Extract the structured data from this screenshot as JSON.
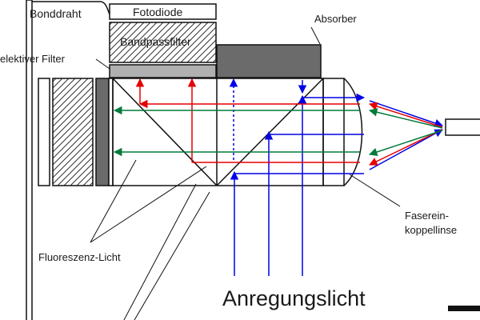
{
  "labels": {
    "bonddraht": "Bonddraht",
    "fotodiode": "Fotodiode",
    "bandpassfilter": "Bandpassfilter",
    "absorber": "Absorber",
    "selektiver_filter": "elektiver Filter",
    "faserein": "Faserein-",
    "koppellinse": "koppellinse",
    "fluoreszenz": "Fluoreszenz-Licht",
    "anregungslicht": "Anregungslicht"
  },
  "colors": {
    "excitation": "#0000e6",
    "fluorescence_red": "#e60000",
    "fluorescence_green": "#007a3d",
    "absorber_fill": "#6b6b6b",
    "selective_filter_fill": "#b0b0b0",
    "outline": "#111111"
  }
}
